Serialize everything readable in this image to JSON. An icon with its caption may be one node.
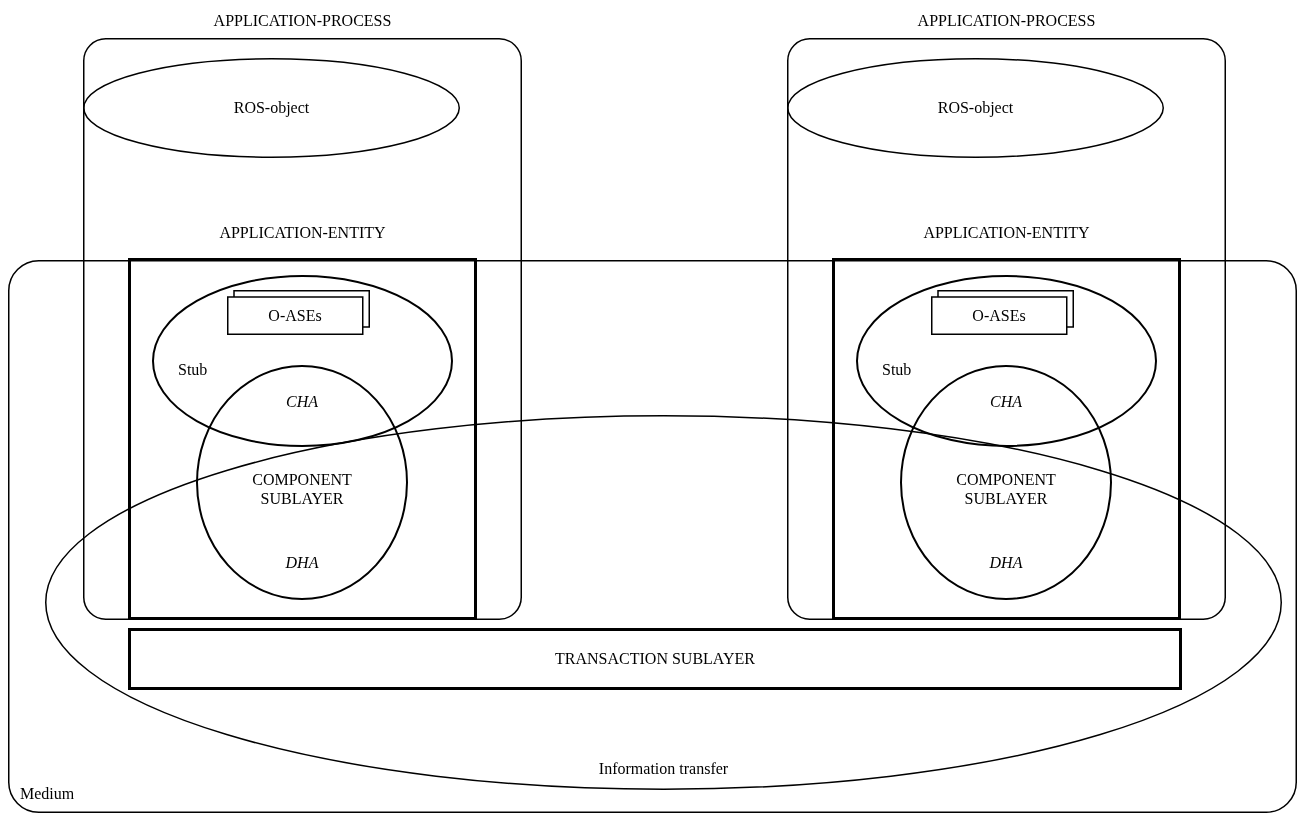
{
  "diagram": {
    "nodes": [
      {
        "text": [
          "Medium"
        ]
      },
      {
        "text": [
          "APPLICATION-PROCESS",
          "APPLICATION-ENTITY"
        ]
      },
      {
        "text": [
          "ROS-object"
        ],
        "in": 1
      },
      {
        "text": [],
        "shape": "box"
      },
      {
        "text": [
          "Stub"
        ],
        "in": 3
      },
      {
        "text": [
          "O-ASEs"
        ],
        "in": 4
      },
      {
        "text": [
          "CHA",
          "COMPONENT SUBLAYER",
          "DHA"
        ],
        "in": 3
      },
      {
        "text": [
          "APPLICATION-PROCESS",
          "APPLICATION-ENTITY"
        ]
      },
      {
        "text": [
          "ROS-object"
        ],
        "in": 7
      },
      {
        "text": [],
        "shape": "box"
      },
      {
        "text": [
          "Stub"
        ],
        "in": 9
      },
      {
        "text": [
          "O-ASEs"
        ],
        "in": 10
      },
      {
        "text": [
          "CHA",
          "COMPONENT SUBLAYER",
          "DHA"
        ],
        "in": 9
      },
      {
        "text": [
          "Information transfer"
        ],
        "in": 0
      },
      {
        "text": [
          "TRANSACTION SUBLAYER"
        ],
        "in": 13
      }
    ]
  }
}
